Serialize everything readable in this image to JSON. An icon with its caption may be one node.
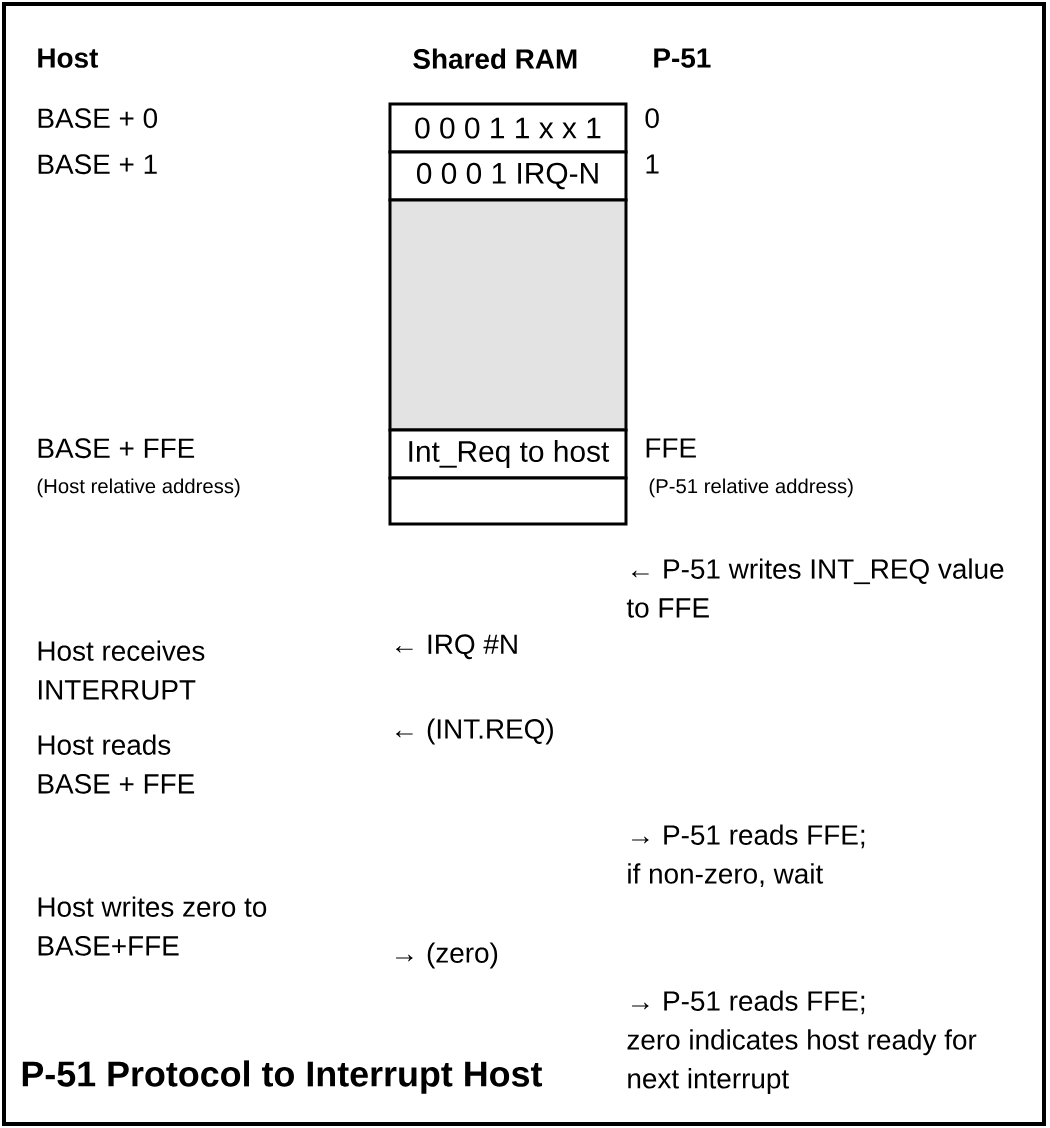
{
  "diagram": {
    "title": "P-51 Protocol to Interrupt Host",
    "nodes": [
      {
        "text": [
          "0 0 0 1 1 x x 1"
        ]
      },
      {
        "text": [
          "0 0 0 1 IRQ-N"
        ]
      },
      {
        "text": [],
        "shape": "box"
      },
      {
        "text": [
          "Int_Req to host"
        ]
      },
      {
        "text": [],
        "shape": "box"
      }
    ],
    "labels": [
      "Host",
      "Shared RAM",
      "P-51",
      "BASE + 0",
      "0",
      "BASE + 1",
      "1",
      "BASE + FFE",
      "FFE",
      "(Host relative address)",
      "(P-51 relative address)",
      "← P-51 writes INT_REQ value to FFE",
      "Host receives INTERRUPT",
      "← IRQ #N",
      "Host reads BASE + FFE",
      "← (INT.REQ)",
      "→ P-51 reads FFE; if non-zero, wait",
      "Host writes zero to BASE+FFE",
      "→ (zero)",
      "→ P-51 reads FFE; zero indicates host ready for next interrupt"
    ]
  }
}
